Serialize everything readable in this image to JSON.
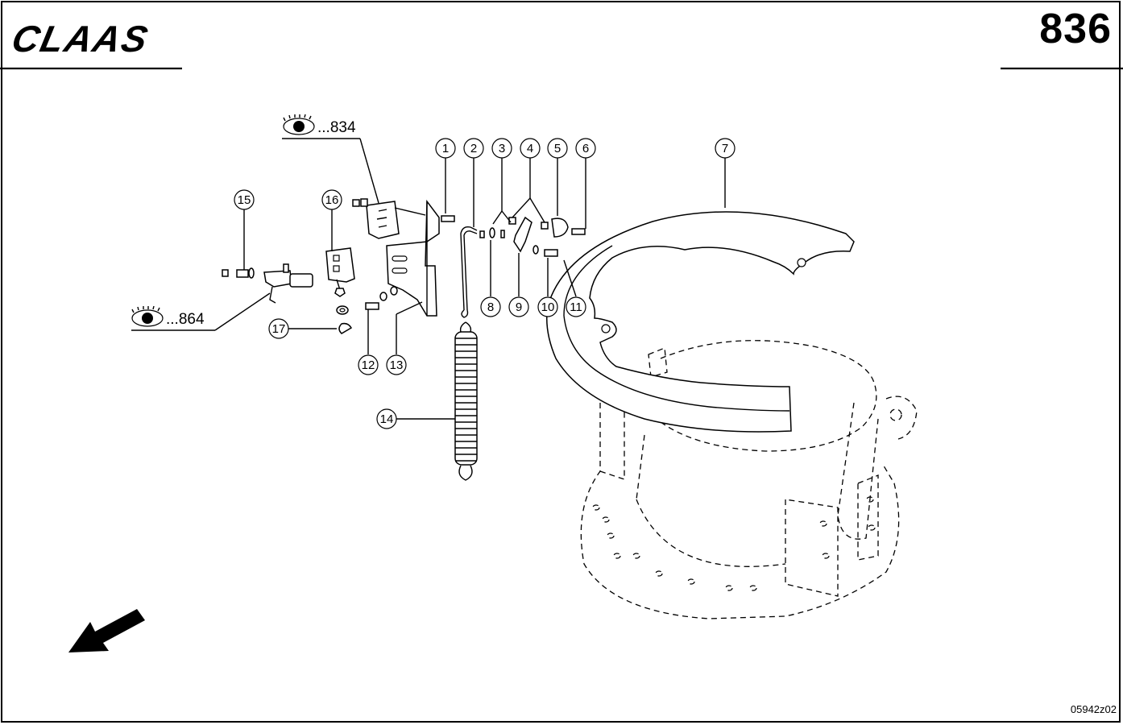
{
  "header": {
    "brand": "CLAAS",
    "sheet_number": "836"
  },
  "footer": {
    "drawing_code": "05942z02"
  },
  "references": [
    {
      "icon": "eye-icon",
      "text": "...834"
    },
    {
      "icon": "eye-icon",
      "text": "...864"
    }
  ],
  "callouts": [
    "1",
    "2",
    "3",
    "4",
    "5",
    "6",
    "7",
    "8",
    "9",
    "10",
    "11",
    "12",
    "13",
    "14",
    "15",
    "16",
    "17"
  ],
  "colors": {
    "ink": "#000000",
    "paper": "#ffffff"
  }
}
